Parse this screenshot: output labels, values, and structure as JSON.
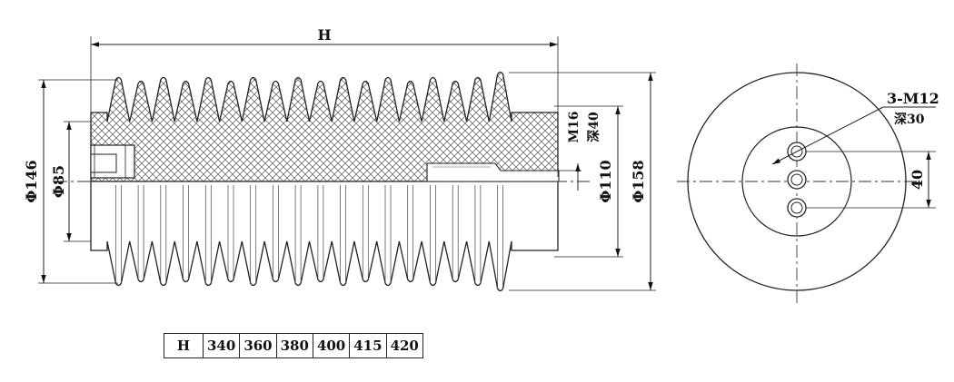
{
  "drawing": {
    "overall_length_label": "H",
    "shed_diameter_label": "Φ146",
    "bore_diameter_label": "Φ85",
    "thread_label": "M16",
    "depth_label": "深40",
    "core_diameter_label": "Φ110",
    "end_diameter_label": "Φ158",
    "end_view_thread_label": "3-M12",
    "end_view_depth_label": "深30",
    "end_view_spacing_label": "40",
    "shed_count": 18
  },
  "size_table": {
    "header": "H",
    "values": [
      "340",
      "360",
      "380",
      "400",
      "415",
      "420"
    ]
  }
}
